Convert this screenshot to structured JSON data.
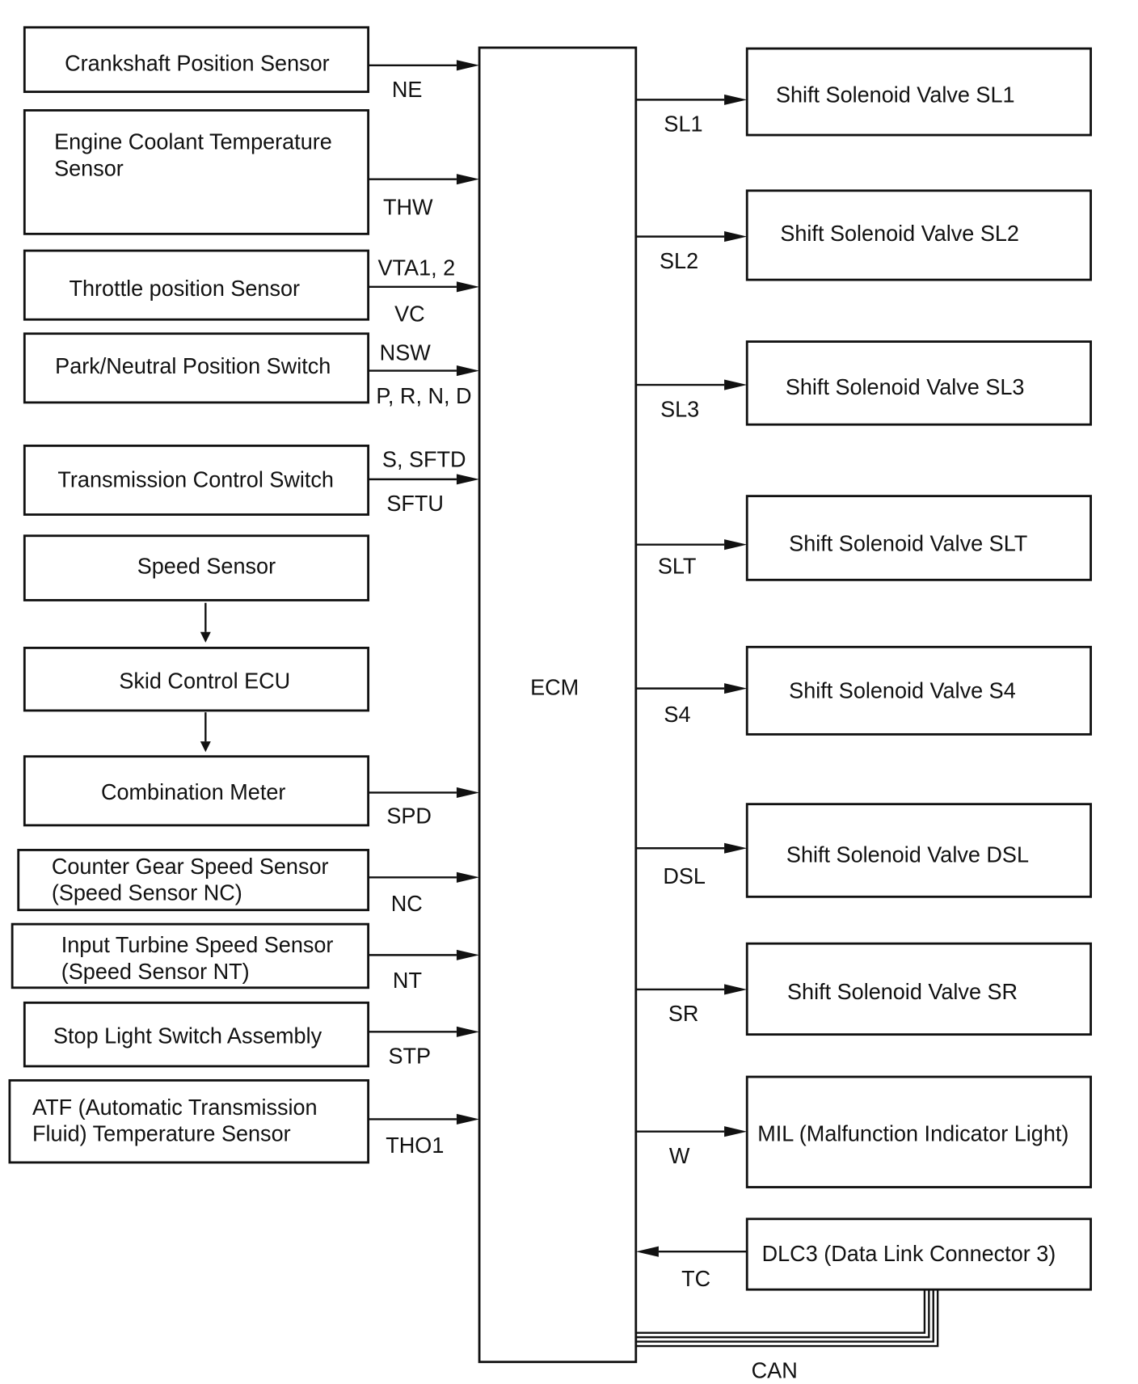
{
  "ecm": {
    "label": "ECM"
  },
  "inputs": [
    {
      "lines": [
        "Crankshaft Position Sensor"
      ],
      "signals": [
        "NE"
      ]
    },
    {
      "lines": [
        "Engine Coolant Temperature",
        "Sensor"
      ],
      "signals": [
        "THW"
      ]
    },
    {
      "lines": [
        "Throttle position Sensor"
      ],
      "signals": [
        "VTA1, 2",
        "VC"
      ]
    },
    {
      "lines": [
        "Park/Neutral Position Switch"
      ],
      "signals": [
        "NSW",
        "P, R, N, D"
      ]
    },
    {
      "lines": [
        "Transmission Control Switch"
      ],
      "signals": [
        "S, SFTD",
        "SFTU"
      ]
    },
    {
      "lines": [
        "Speed Sensor"
      ],
      "signals": []
    },
    {
      "lines": [
        "Skid Control ECU"
      ],
      "signals": []
    },
    {
      "lines": [
        "Combination Meter"
      ],
      "signals": [
        "SPD"
      ]
    },
    {
      "lines": [
        "Counter Gear Speed Sensor",
        "(Speed Sensor NC)"
      ],
      "signals": [
        "NC"
      ]
    },
    {
      "lines": [
        "Input Turbine Speed Sensor",
        "(Speed Sensor NT)"
      ],
      "signals": [
        "NT"
      ]
    },
    {
      "lines": [
        "Stop Light Switch Assembly"
      ],
      "signals": [
        "STP"
      ]
    },
    {
      "lines": [
        "ATF (Automatic Transmission",
        "Fluid) Temperature Sensor"
      ],
      "signals": [
        "THO1"
      ]
    }
  ],
  "outputs": [
    {
      "label": "Shift Solenoid Valve SL1",
      "signal": "SL1"
    },
    {
      "label": "Shift Solenoid Valve SL2",
      "signal": "SL2"
    },
    {
      "label": "Shift Solenoid Valve SL3",
      "signal": "SL3"
    },
    {
      "label": "Shift Solenoid Valve SLT",
      "signal": "SLT"
    },
    {
      "label": "Shift Solenoid Valve S4",
      "signal": "S4"
    },
    {
      "label": "Shift Solenoid Valve DSL",
      "signal": "DSL"
    },
    {
      "label": "Shift Solenoid Valve SR",
      "signal": "SR"
    },
    {
      "label": "MIL (Malfunction Indicator Light)",
      "signal": "W"
    }
  ],
  "dlc": {
    "label": "DLC3 (Data Link Connector 3)",
    "signal": "TC",
    "bus": "CAN"
  }
}
